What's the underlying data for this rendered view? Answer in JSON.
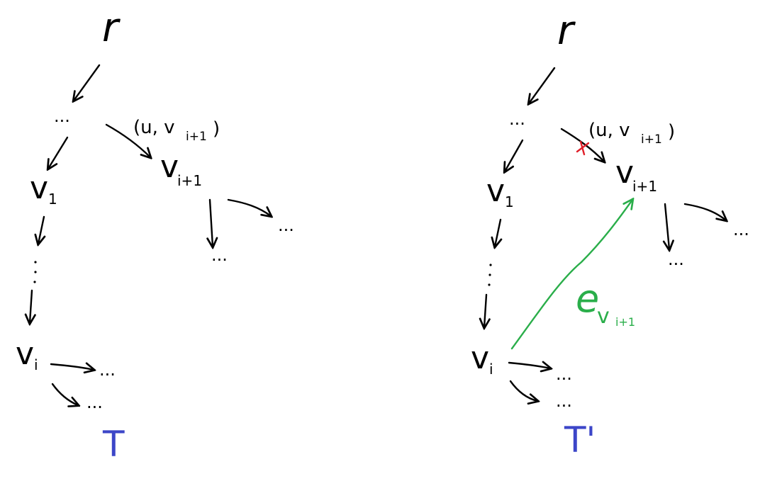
{
  "left_tree": {
    "root": "r",
    "ellipsis": "...",
    "edge_label": "(u, v",
    "edge_label_sub": "i+1",
    "edge_label_close": ")",
    "node_a": "v",
    "node_a_sub": "i+1",
    "node_b": "v",
    "node_b_sub": "1",
    "node_c": "v",
    "node_c_sub": "i",
    "tree_name": "T"
  },
  "right_tree": {
    "root": "r",
    "ellipsis": "...",
    "edge_label": "(u, v",
    "edge_label_sub": "i+1",
    "edge_label_close": ")",
    "node_a": "v",
    "node_a_sub": "i+1",
    "node_b": "v",
    "node_b_sub": "1",
    "node_c": "v",
    "node_c_sub": "i",
    "new_edge": "e",
    "new_edge_sub": "v",
    "new_edge_sub2": "i+1",
    "tree_name": "T'"
  },
  "colors": {
    "ink": "#000000",
    "tree_label": "#3c46c8",
    "new_edge": "#2aae4a",
    "removed_edge_mark": "#e0202a"
  }
}
